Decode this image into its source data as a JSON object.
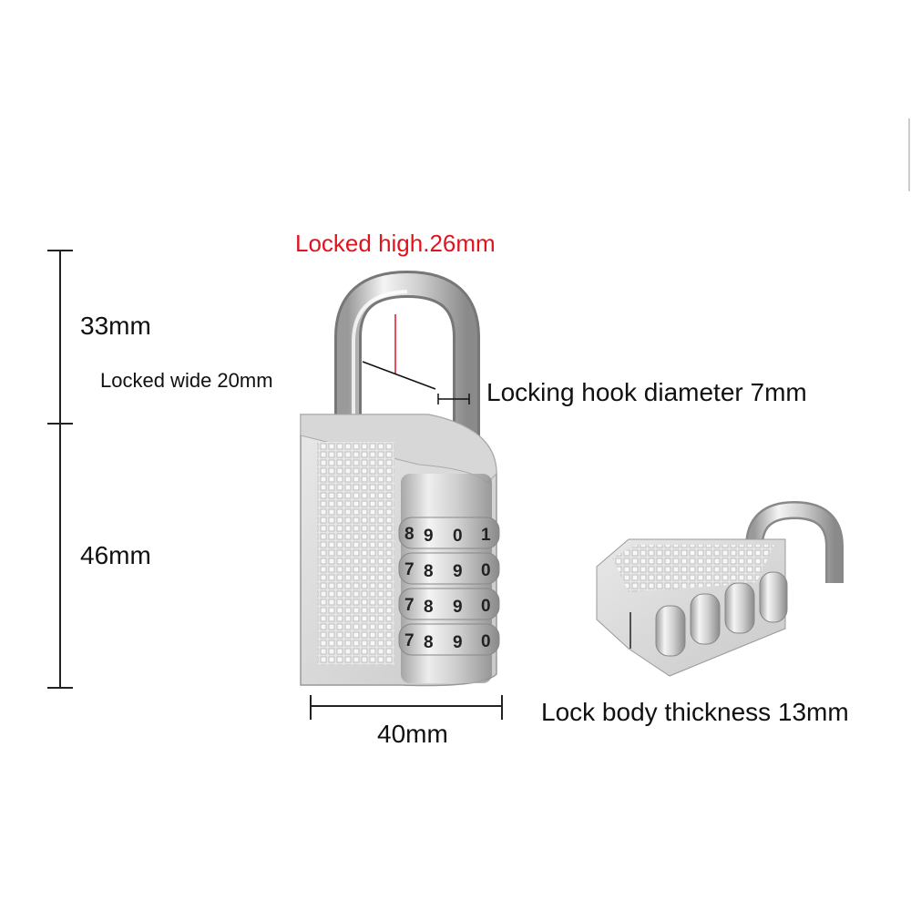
{
  "labels": {
    "locked_high": "Locked high.26mm",
    "shackle_height": "33mm",
    "locked_wide": "Locked wide 20mm",
    "hook_diameter": "Locking hook diameter 7mm",
    "body_height": "46mm",
    "body_width": "40mm",
    "body_thickness": "Lock body thickness 13mm"
  },
  "dials": [
    [
      "8",
      "9",
      "0",
      "1"
    ],
    [
      "7",
      "8",
      "9",
      "0"
    ],
    [
      "7",
      "8",
      "9",
      "0"
    ],
    [
      "7",
      "8",
      "9",
      "0"
    ]
  ],
  "colors": {
    "highlight": "#e0141e",
    "text": "#111111"
  }
}
